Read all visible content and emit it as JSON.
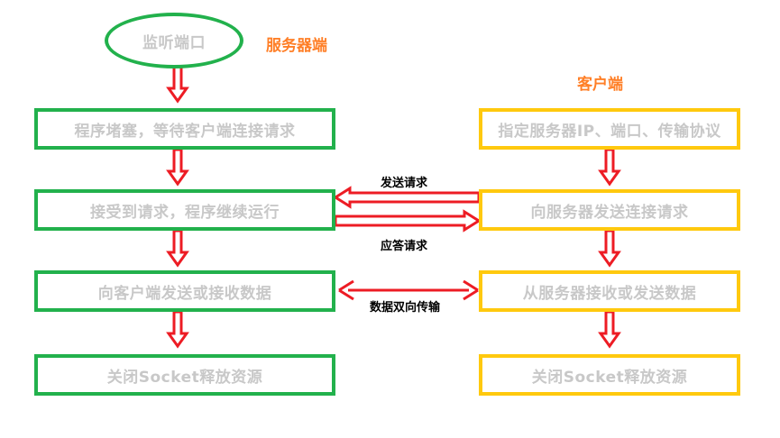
{
  "server": {
    "title": "服务器端",
    "steps": [
      "监听端口",
      "程序堵塞，等待客户端连接请求",
      "接受到请求，程序继续运行",
      "向客户端发送或接收数据",
      "关闭Socket释放资源"
    ]
  },
  "client": {
    "title": "客户端",
    "steps": [
      "指定服务器IP、端口、传输协议",
      "向服务器发送连接请求",
      "从服务器接收或发送数据",
      "关闭Socket释放资源"
    ]
  },
  "edges": {
    "send_request": "发送请求",
    "reply_request": "应答请求",
    "bidirectional": "数据双向传输"
  },
  "colors": {
    "server_border": "#22b14c",
    "client_border": "#ffc90e",
    "arrow": "#ed1c24",
    "title": "#ff7f27",
    "node_text": "#c8c8c8"
  }
}
